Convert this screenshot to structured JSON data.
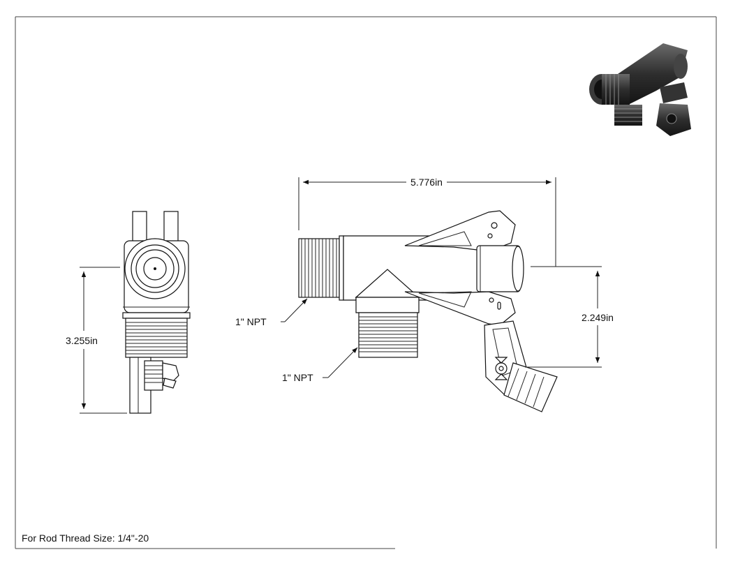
{
  "dimensions": {
    "overall_width": "5.776in",
    "height_right": "2.249in",
    "height_left": "3.255in"
  },
  "callouts": {
    "npt_top": "1\" NPT",
    "npt_bottom": "1\" NPT"
  },
  "footer": {
    "note": "For Rod Thread Size: 1/4\"-20"
  },
  "icons": {
    "iso_view": "3d-part-render-icon"
  }
}
